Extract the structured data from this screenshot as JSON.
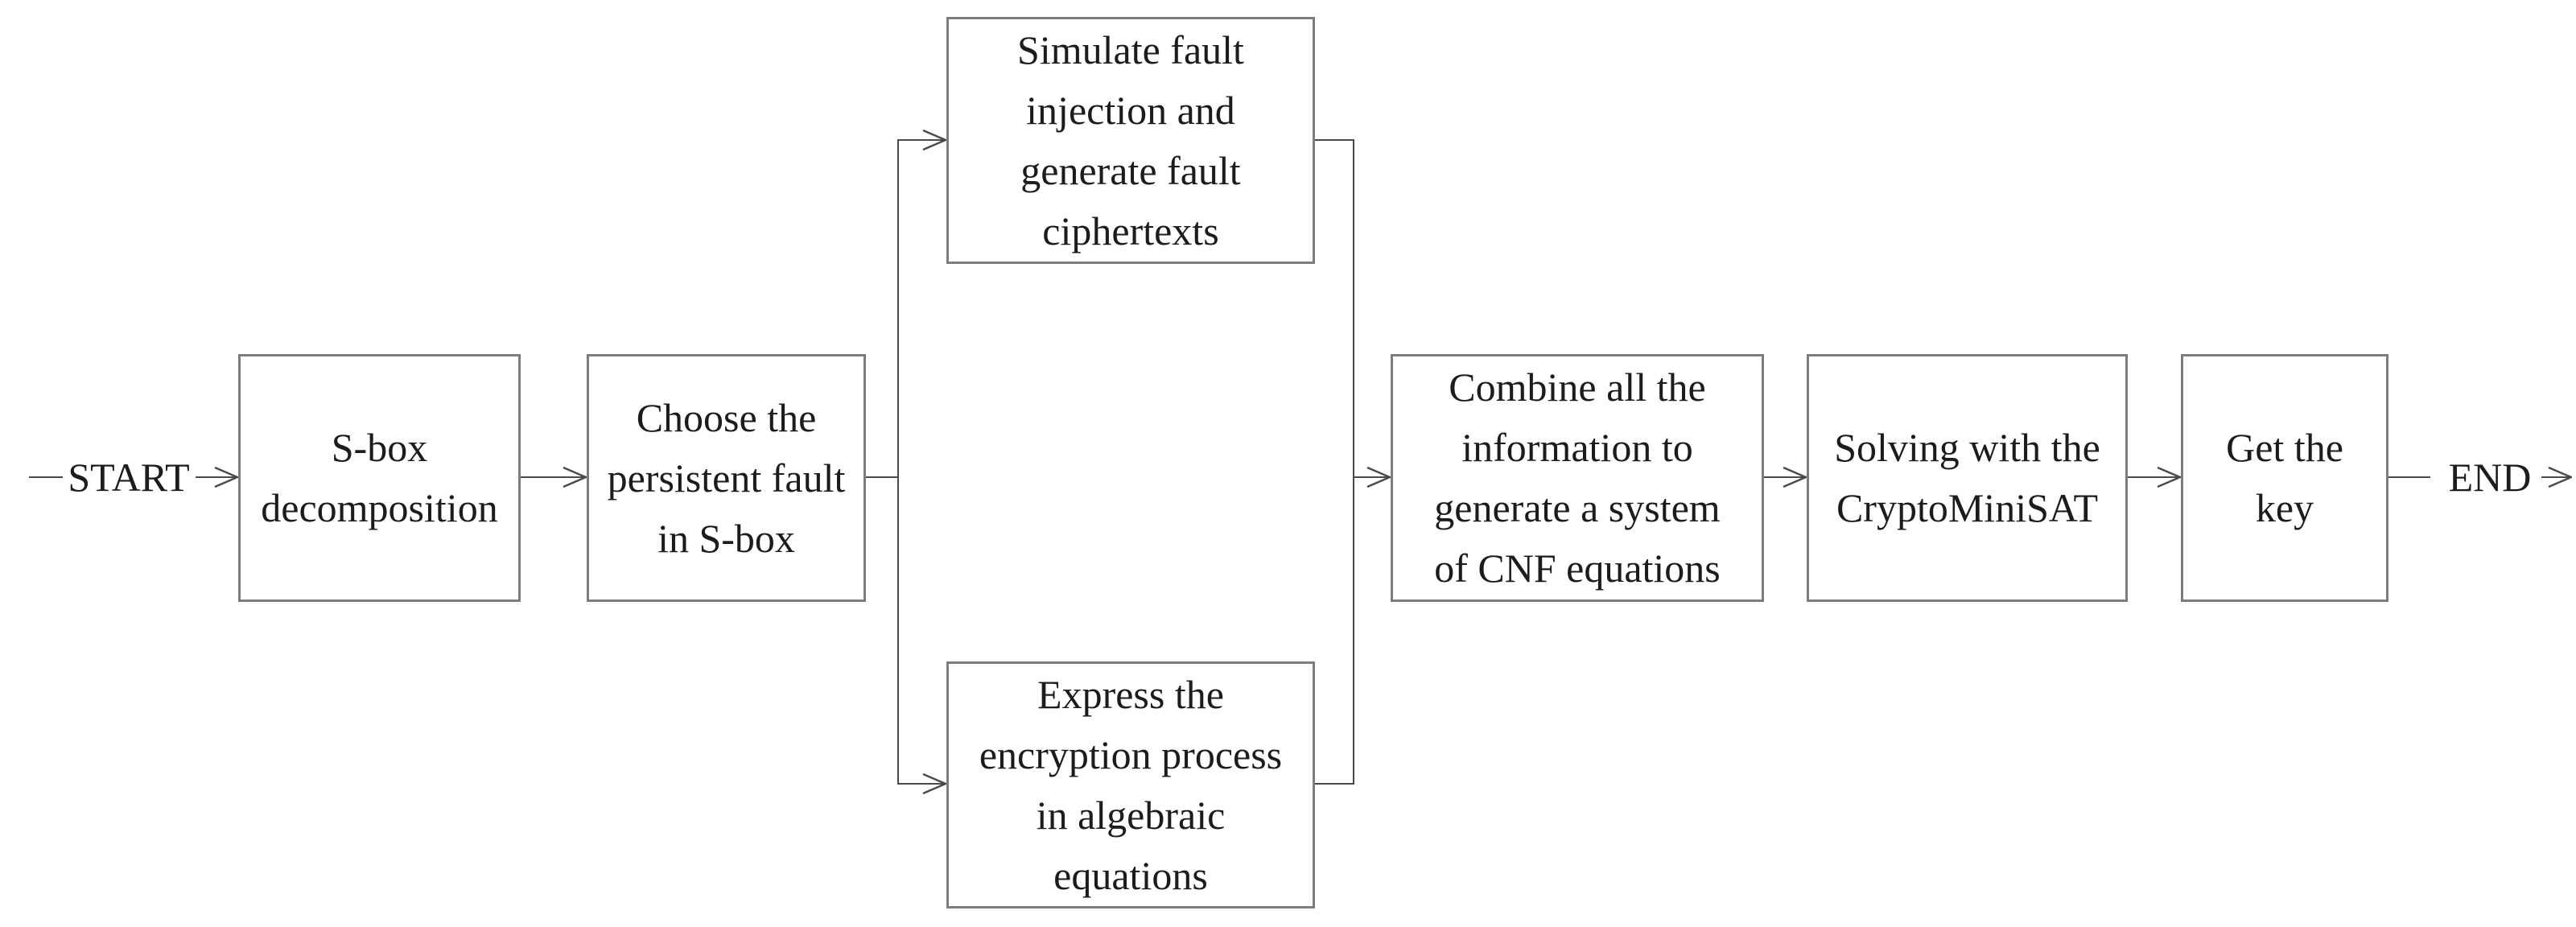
{
  "diagram": {
    "terminals": {
      "start": "START",
      "end": "END"
    },
    "nodes": {
      "sbox_decomposition": {
        "label": "S-box\ndecomposition"
      },
      "choose_fault": {
        "label": "Choose the\npersistent fault\nin S-box"
      },
      "simulate": {
        "label": "Simulate fault\ninjection and\ngenerate fault\nciphertexts"
      },
      "express": {
        "label": "Express the\nencryption process\nin algebraic\nequations"
      },
      "combine": {
        "label": "Combine all the\ninformation to\ngenerate a system\nof CNF equations"
      },
      "solve": {
        "label": "Solving with the\nCryptoMiniSAT"
      },
      "get_key": {
        "label": "Get the\nkey"
      }
    },
    "edges": [
      {
        "from": "START",
        "to": "S-box decomposition"
      },
      {
        "from": "S-box decomposition",
        "to": "Choose the persistent fault in S-box"
      },
      {
        "from": "Choose the persistent fault in S-box",
        "to": "Simulate fault injection and generate fault ciphertexts"
      },
      {
        "from": "Choose the persistent fault in S-box",
        "to": "Express the encryption process in algebraic equations"
      },
      {
        "from": "Simulate fault injection and generate fault ciphertexts",
        "to": "Combine all the information to generate a system of CNF equations"
      },
      {
        "from": "Express the encryption process in algebraic equations",
        "to": "Combine all the information to generate a system of CNF equations"
      },
      {
        "from": "Combine all the information to generate a system of CNF equations",
        "to": "Solving with the CryptoMiniSAT"
      },
      {
        "from": "Solving with the CryptoMiniSAT",
        "to": "Get the key"
      },
      {
        "from": "Get the key",
        "to": "END"
      }
    ],
    "colors": {
      "box_border": "#7d7d7d",
      "connector": "#4a4a4a",
      "text": "#1c1c1c",
      "background": "#ffffff"
    }
  }
}
